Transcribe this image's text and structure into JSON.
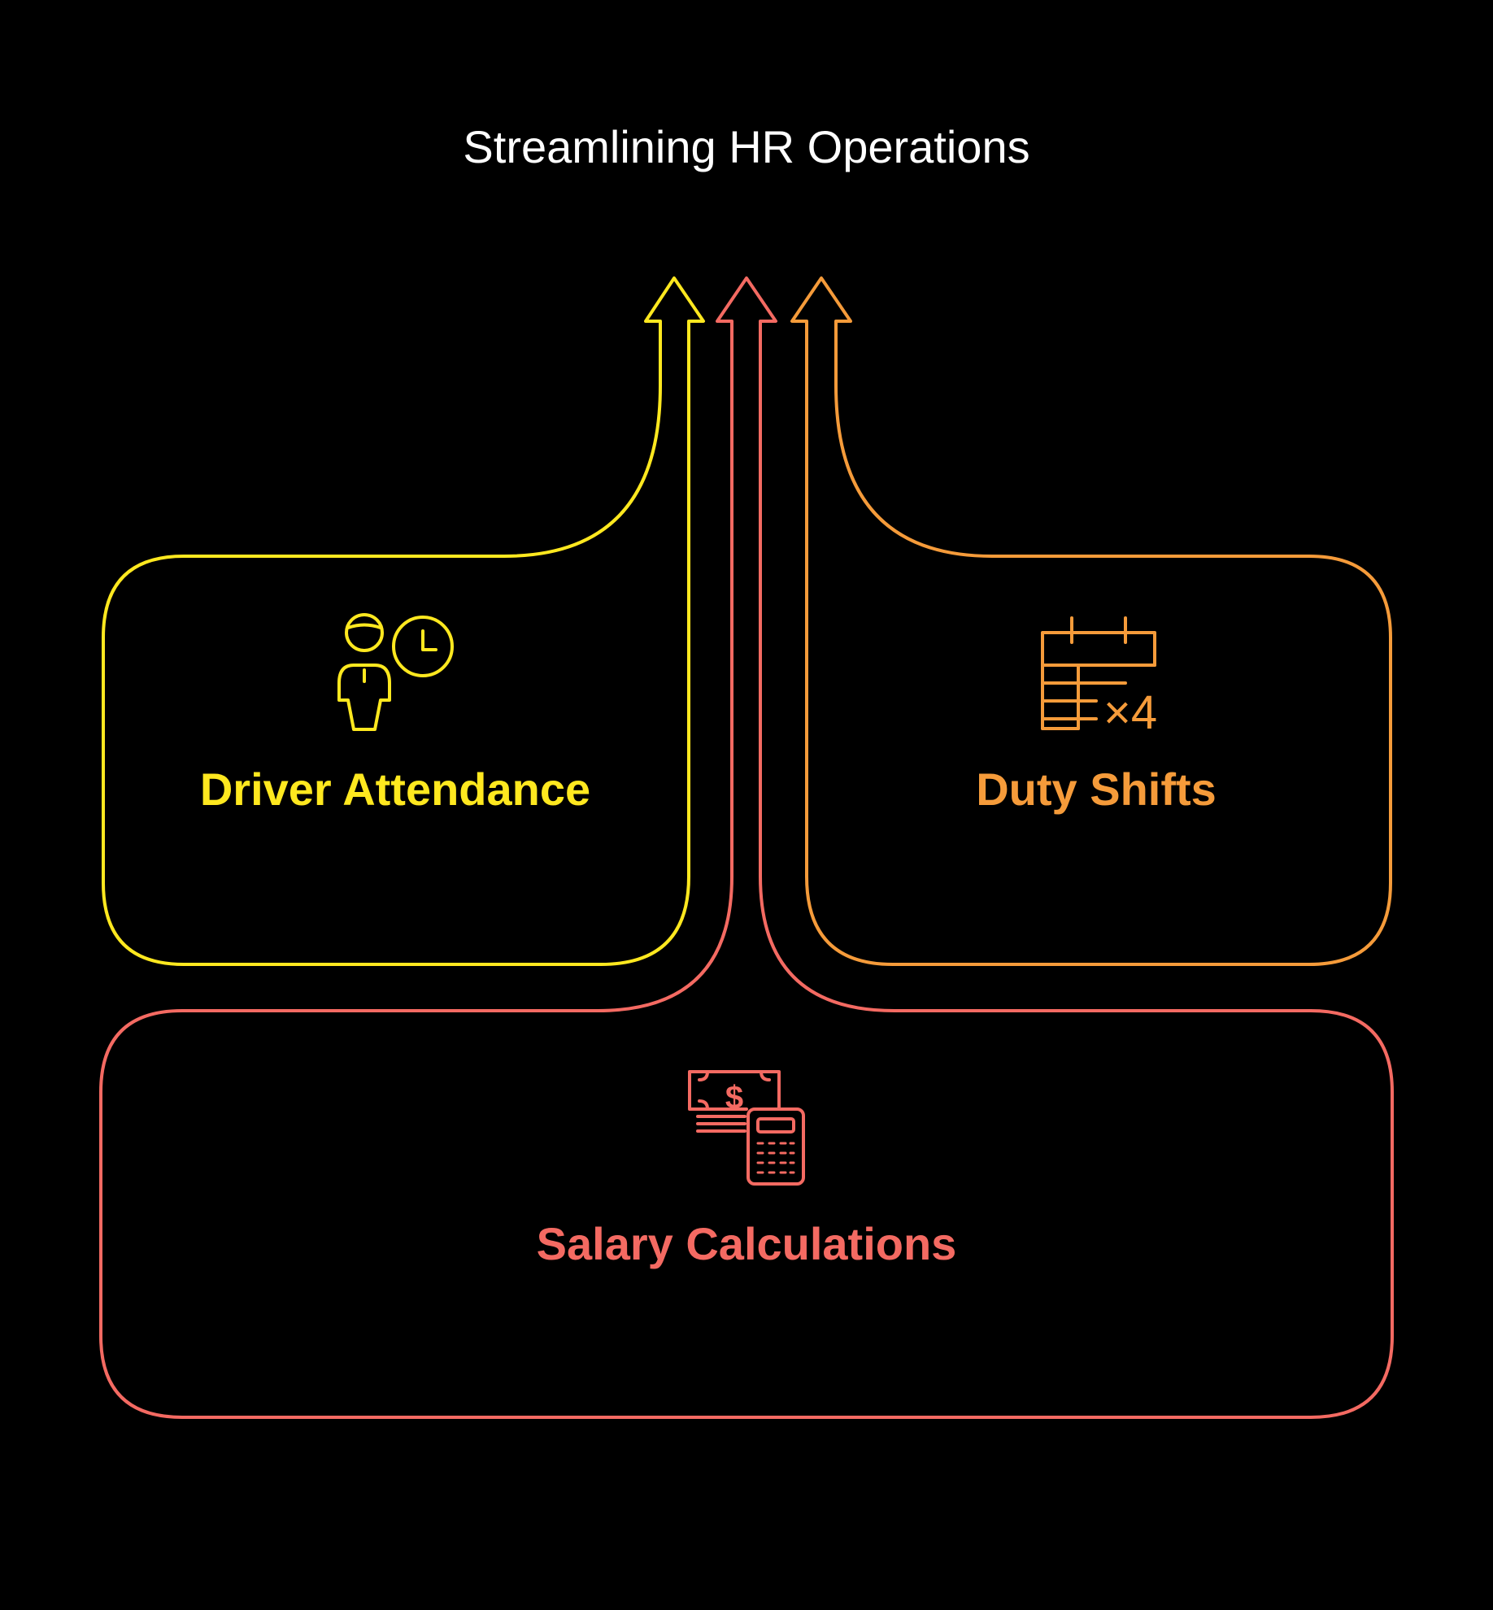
{
  "title": "Streamlining HR Operations",
  "colors": {
    "background": "#000000",
    "title": "#FFFFFF",
    "attendance": "#FFE81F",
    "salary": "#F46A62",
    "shifts": "#F59B3A"
  },
  "sections": {
    "attendance": {
      "label": "Driver Attendance",
      "icon": "driver-clock-icon"
    },
    "shifts": {
      "label": "Duty Shifts",
      "icon": "calendar-shift-icon"
    },
    "salary": {
      "label": "Salary Calculations",
      "icon": "money-calculator-icon"
    }
  },
  "icons": {
    "calendar_multiplier": "×4",
    "dollar_sign": "$"
  }
}
